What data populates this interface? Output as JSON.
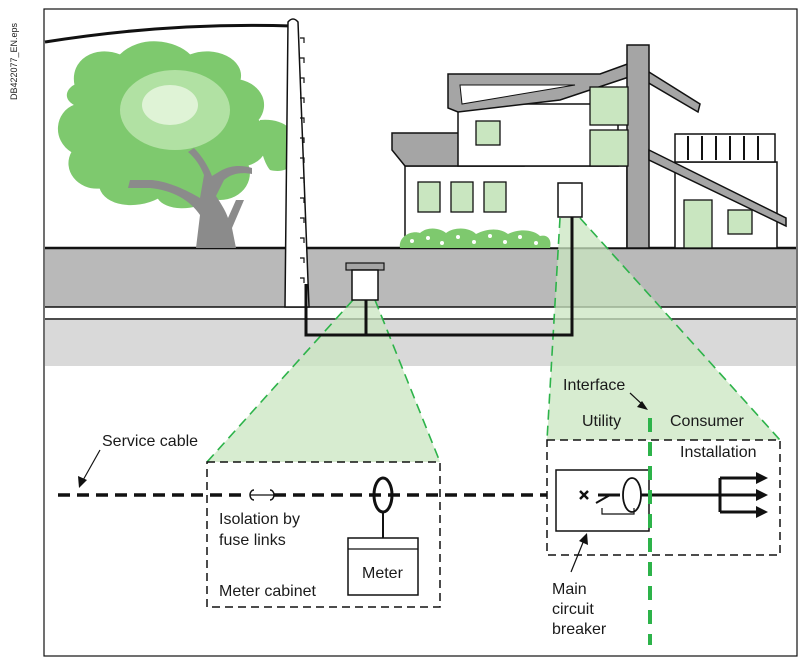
{
  "doc_id": "DB422077_EN.eps",
  "labels": {
    "service_cable": "Service cable",
    "isolation": "Isolation by",
    "fuse_links": "fuse links",
    "meter": "Meter",
    "meter_cabinet": "Meter cabinet",
    "interface": "Interface",
    "utility": "Utility",
    "consumer": "Consumer",
    "installation": "Installation",
    "main": "Main",
    "circuit": "circuit",
    "breaker": "breaker"
  },
  "colors": {
    "accent_green": "#2db34a",
    "light_green": "#c9e6c0",
    "foliage": "#7ec96e",
    "road": "#b9b9b9",
    "pavement": "#d9d9d9",
    "building_grey": "#a5a5a5",
    "line": "#111111"
  },
  "icons": [
    "utility-pole-icon",
    "tree-icon",
    "house-icon",
    "meter-cabinet-icon",
    "fuse-link-icon",
    "current-transformer-icon",
    "circuit-breaker-icon"
  ]
}
